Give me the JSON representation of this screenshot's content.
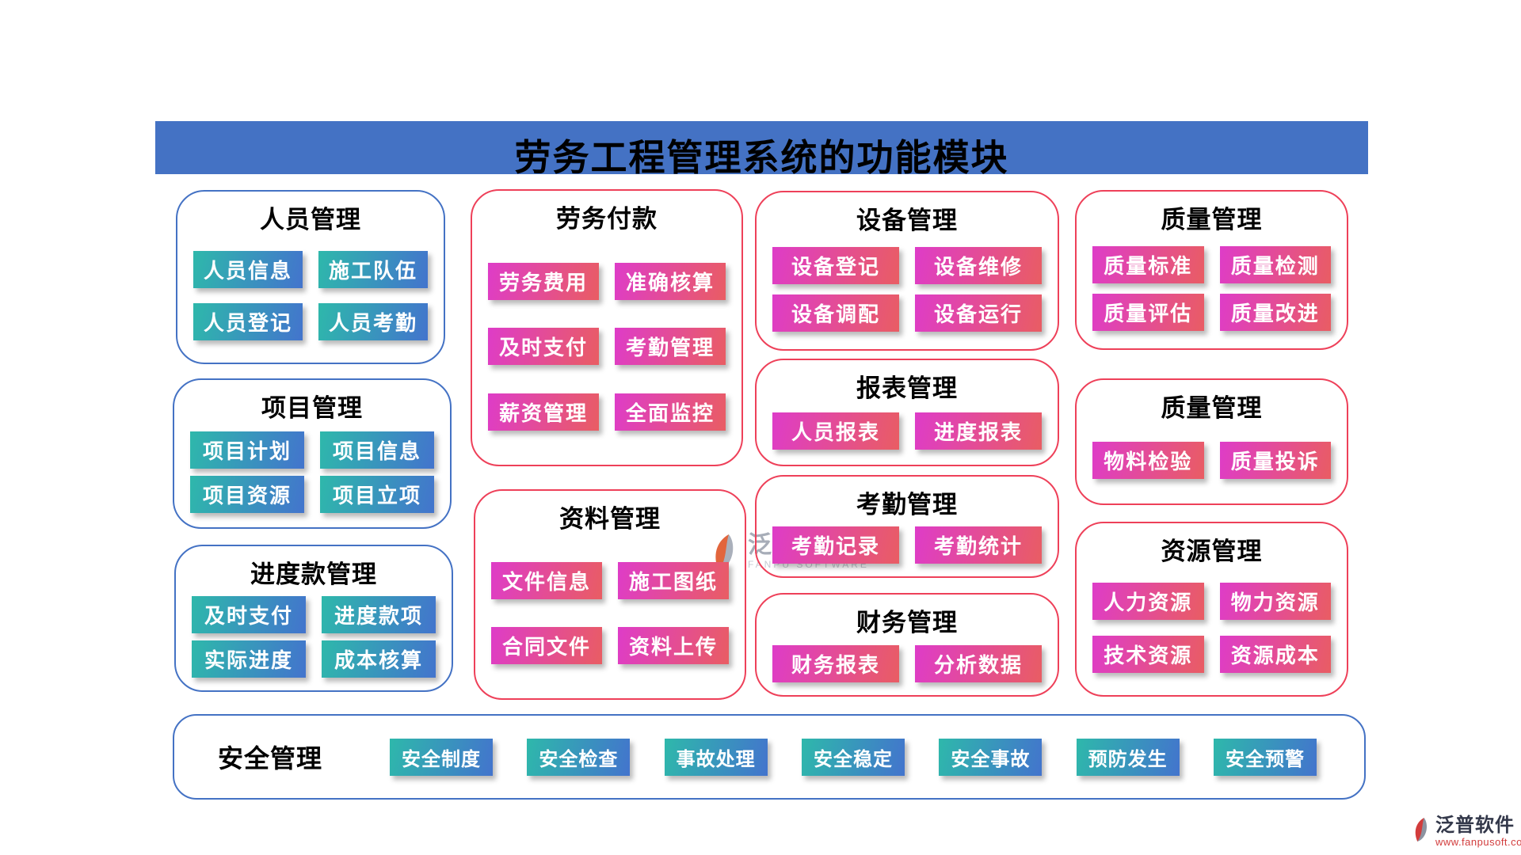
{
  "banner": {
    "title": "劳务工程管理系统的功能模块",
    "bg_color": "#4472c4"
  },
  "colors": {
    "blue_border": "#4472c4",
    "red_border": "#ee4059",
    "teal_button_start": "#2eb8ab",
    "teal_button_end": "#4374cd",
    "magenta_button_start": "#de3cc8",
    "magenta_button_end": "#e95d63"
  },
  "panels": [
    {
      "id": "personnel",
      "title": "人员管理",
      "accent": "blue",
      "items": [
        "人员信息",
        "施工队伍",
        "人员登记",
        "人员考勤"
      ]
    },
    {
      "id": "project",
      "title": "项目管理",
      "accent": "blue",
      "items": [
        "项目计划",
        "项目信息",
        "项目资源",
        "项目立项"
      ]
    },
    {
      "id": "progress-payment",
      "title": "进度款管理",
      "accent": "blue",
      "items": [
        "及时支付",
        "进度款项",
        "实际进度",
        "成本核算"
      ]
    },
    {
      "id": "labor-payment",
      "title": "劳务付款",
      "accent": "red",
      "items": [
        "劳务费用",
        "准确核算",
        "及时支付",
        "考勤管理",
        "薪资管理",
        "全面监控"
      ]
    },
    {
      "id": "document",
      "title": "资料管理",
      "accent": "red",
      "items": [
        "文件信息",
        "施工图纸",
        "合同文件",
        "资料上传"
      ]
    },
    {
      "id": "equipment",
      "title": "设备管理",
      "accent": "red",
      "items": [
        "设备登记",
        "设备维修",
        "设备调配",
        "设备运行"
      ]
    },
    {
      "id": "report",
      "title": "报表管理",
      "accent": "red",
      "items": [
        "人员报表",
        "进度报表"
      ]
    },
    {
      "id": "attendance",
      "title": "考勤管理",
      "accent": "red",
      "items": [
        "考勤记录",
        "考勤统计"
      ]
    },
    {
      "id": "finance",
      "title": "财务管理",
      "accent": "red",
      "items": [
        "财务报表",
        "分析数据"
      ]
    },
    {
      "id": "quality-1",
      "title": "质量管理",
      "accent": "red",
      "items": [
        "质量标准",
        "质量检测",
        "质量评估",
        "质量改进"
      ]
    },
    {
      "id": "quality-2",
      "title": "质量管理",
      "accent": "red",
      "items": [
        "物料检验",
        "质量投诉"
      ]
    },
    {
      "id": "resource",
      "title": "资源管理",
      "accent": "red",
      "items": [
        "人力资源",
        "物力资源",
        "技术资源",
        "资源成本"
      ]
    },
    {
      "id": "safety",
      "title": "安全管理",
      "accent": "blue",
      "items": [
        "安全制度",
        "安全检查",
        "事故处理",
        "安全稳定",
        "安全事故",
        "预防发生",
        "安全预警"
      ]
    }
  ],
  "watermarks": {
    "center": {
      "name": "泛普软件",
      "sub": "FANPU SOFTWARE"
    },
    "corner": {
      "name": "泛普软件",
      "sub": "www.fanpusoft.com"
    }
  }
}
